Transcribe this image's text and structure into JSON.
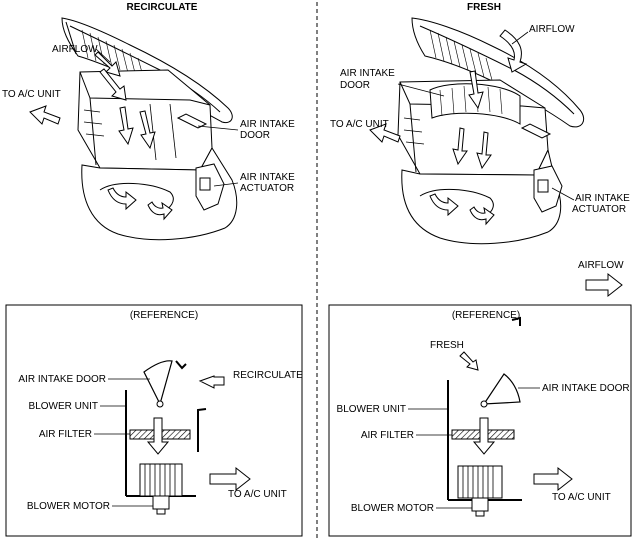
{
  "left": {
    "title": "RECIRCULATE",
    "labels": {
      "airflow": "AIRFLOW",
      "to_ac_unit": "TO A/C UNIT",
      "door_line1": "AIR INTAKE",
      "door_line2": "DOOR",
      "actuator_line1": "AIR INTAKE",
      "actuator_line2": "ACTUATOR"
    },
    "reference": {
      "title": "(REFERENCE)",
      "air_intake_door": "AIR INTAKE DOOR",
      "recirculate": "RECIRCULATE",
      "blower_unit": "BLOWER UNIT",
      "air_filter": "AIR FILTER",
      "to_ac_unit": "TO A/C UNIT",
      "blower_motor": "BLOWER MOTOR"
    }
  },
  "right": {
    "title": "FRESH",
    "labels": {
      "airflow": "AIRFLOW",
      "door_line1": "AIR INTAKE",
      "door_line2": "DOOR",
      "to_ac_unit": "TO A/C UNIT",
      "actuator_line1": "AIR INTAKE",
      "actuator_line2": "ACTUATOR"
    },
    "legend_airflow": "AIRFLOW",
    "reference": {
      "title": "(REFERENCE)",
      "fresh": "FRESH",
      "air_intake_door": "AIR INTAKE DOOR",
      "blower_unit": "BLOWER UNIT",
      "air_filter": "AIR FILTER",
      "to_ac_unit": "TO A/C UNIT",
      "blower_motor": "BLOWER MOTOR"
    }
  }
}
